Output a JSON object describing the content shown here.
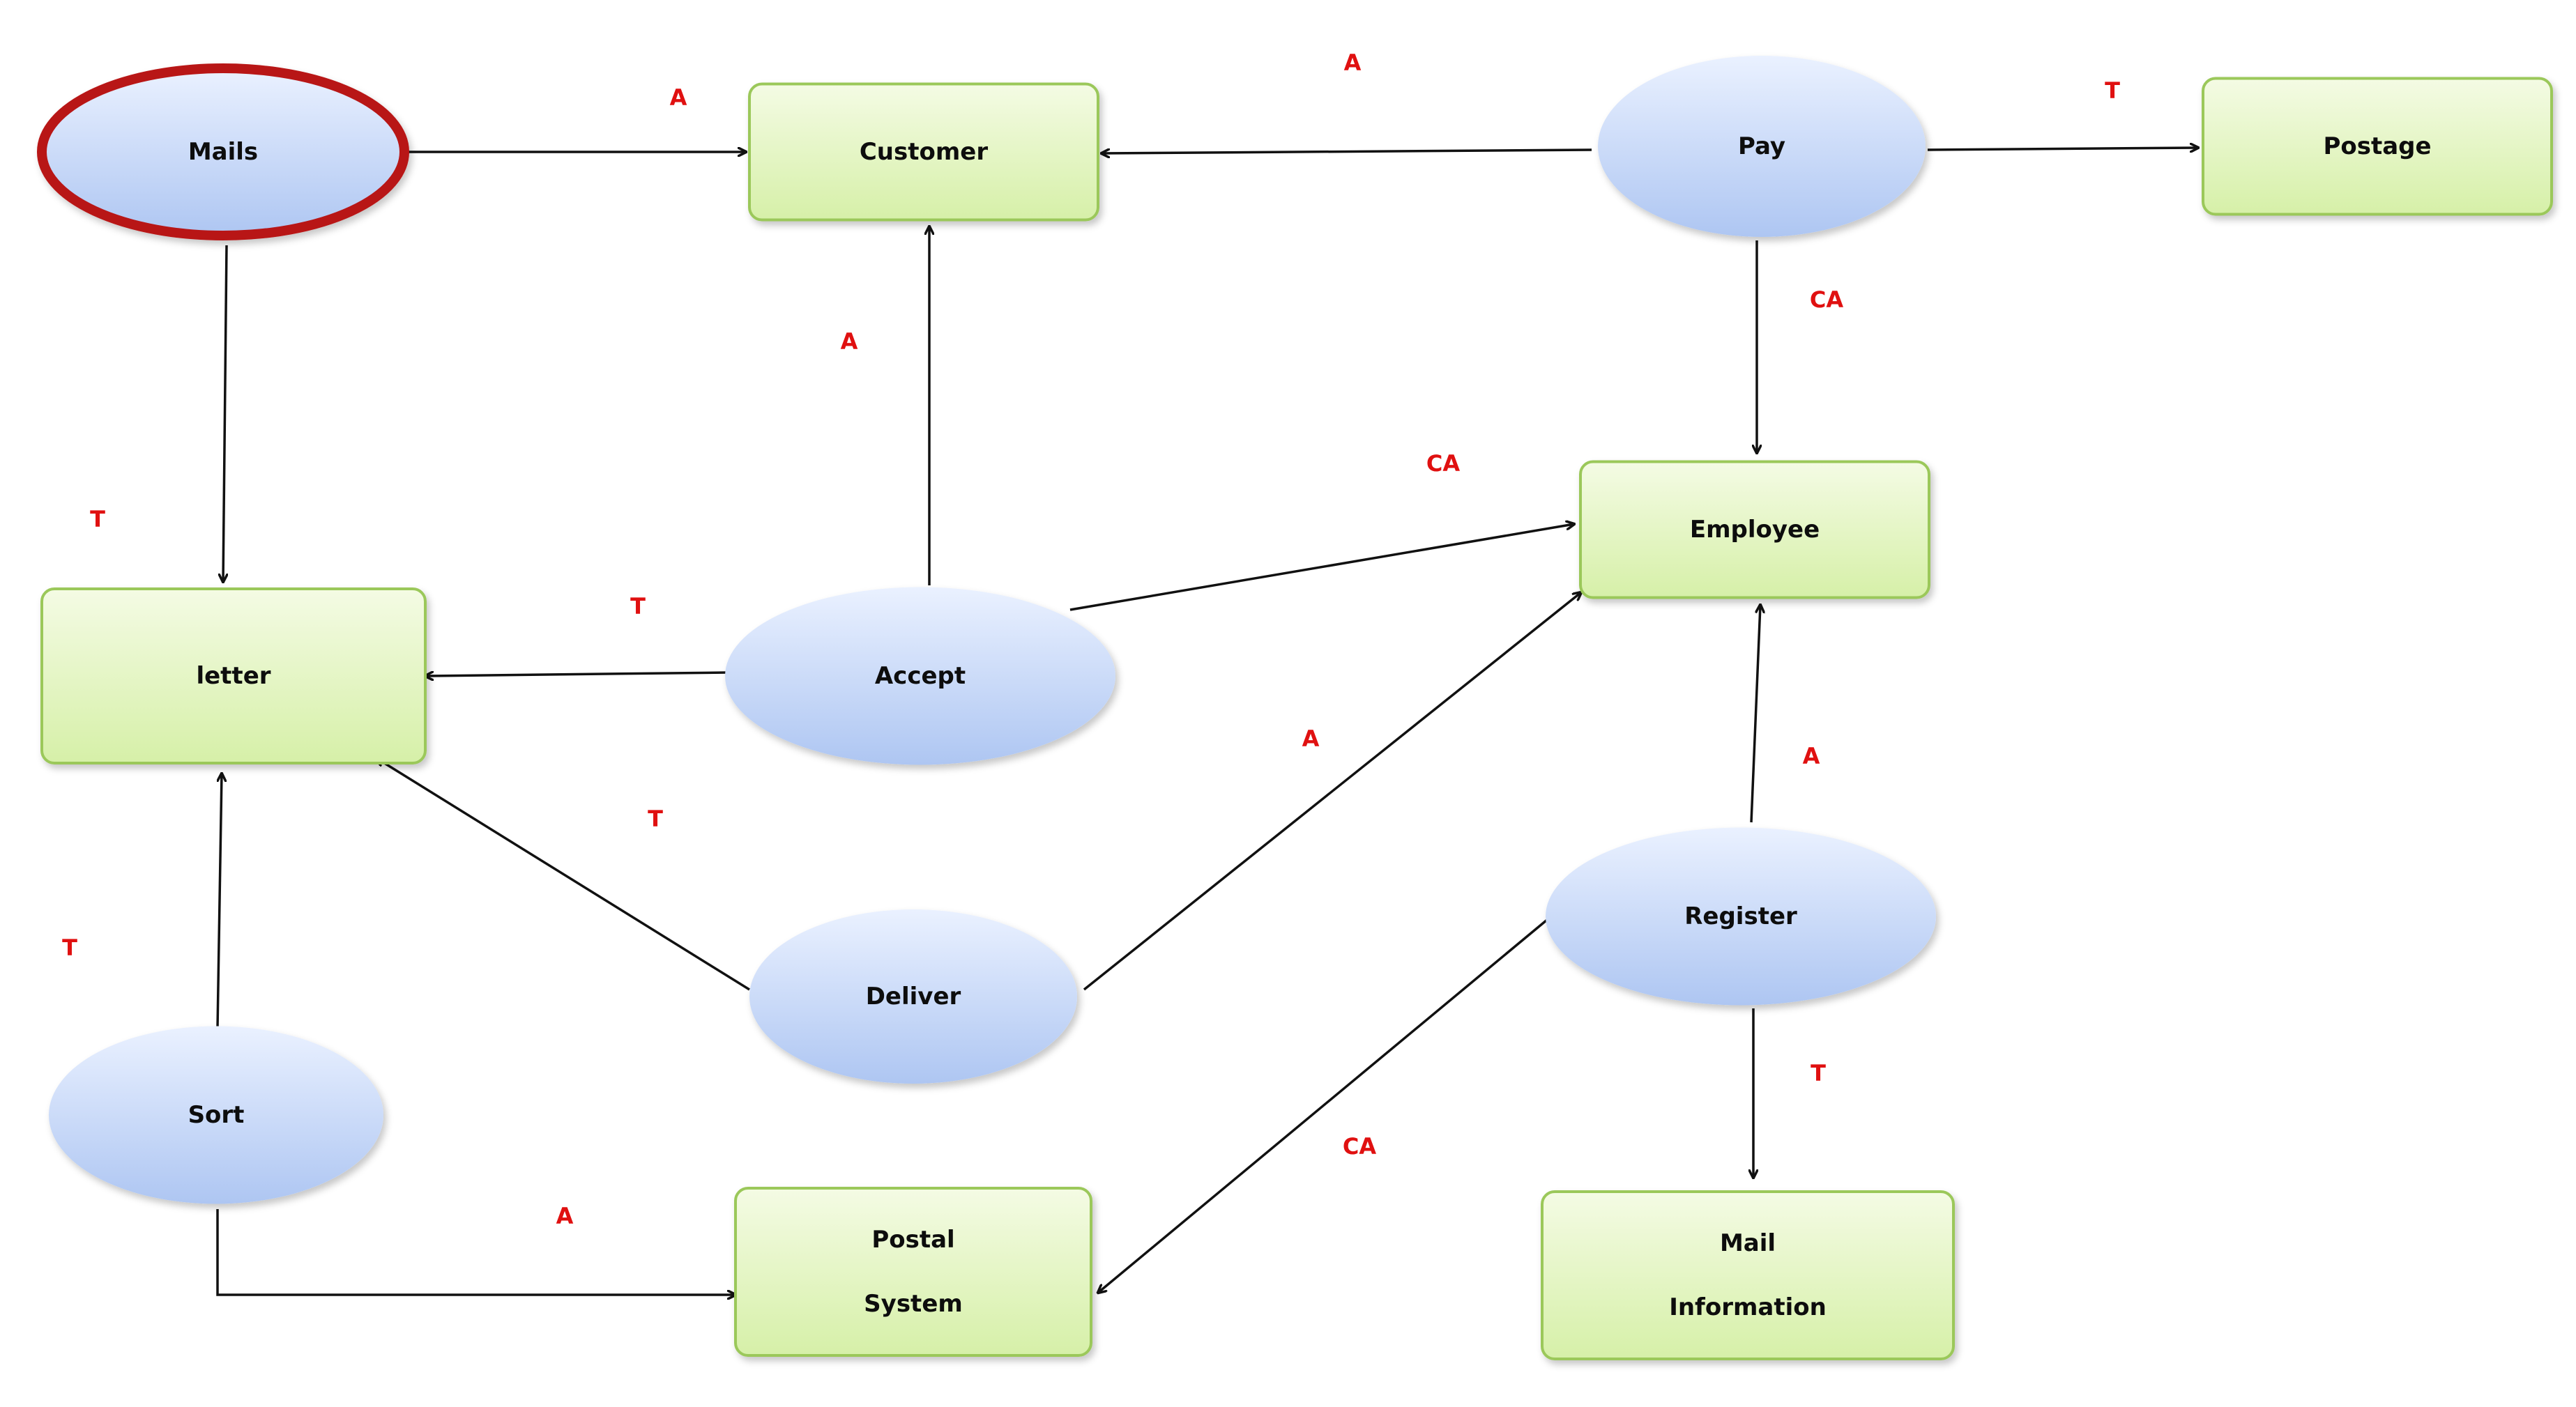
{
  "colors": {
    "entity_fill_top": "#f4fbe4",
    "entity_fill_bottom": "#d6f0a8",
    "entity_stroke": "#9bc85a",
    "process_fill_top": "#eaf1ff",
    "process_fill_bottom": "#aec6f2",
    "highlight_stroke": "#b81414",
    "label_color": "#e01010",
    "line_color": "#111111"
  },
  "nodes": [
    {
      "id": "mails",
      "kind": "process",
      "label": "Mails",
      "highlighted": true
    },
    {
      "id": "customer",
      "kind": "entity",
      "label": "Customer"
    },
    {
      "id": "pay",
      "kind": "process",
      "label": "Pay"
    },
    {
      "id": "postage",
      "kind": "entity",
      "label": "Postage"
    },
    {
      "id": "employee",
      "kind": "entity",
      "label": "Employee"
    },
    {
      "id": "letter",
      "kind": "entity",
      "label": "letter"
    },
    {
      "id": "accept",
      "kind": "process",
      "label": "Accept"
    },
    {
      "id": "deliver",
      "kind": "process",
      "label": "Deliver"
    },
    {
      "id": "register",
      "kind": "process",
      "label": "Register"
    },
    {
      "id": "sort",
      "kind": "process",
      "label": "Sort"
    },
    {
      "id": "postal_system",
      "kind": "entity",
      "label": "Postal\nSystem"
    },
    {
      "id": "mail_information",
      "kind": "entity",
      "label": "Mail\nInformation"
    }
  ],
  "edges": [
    {
      "from": "mails",
      "to": "customer",
      "label": "A"
    },
    {
      "from": "pay",
      "to": "customer",
      "label": "A"
    },
    {
      "from": "pay",
      "to": "postage",
      "label": "T"
    },
    {
      "from": "pay",
      "to": "employee",
      "label": "CA"
    },
    {
      "from": "mails",
      "to": "letter",
      "label": "T"
    },
    {
      "from": "accept",
      "to": "customer",
      "label": "A"
    },
    {
      "from": "accept",
      "to": "employee",
      "label": "CA"
    },
    {
      "from": "accept",
      "to": "letter",
      "label": "T"
    },
    {
      "from": "deliver",
      "to": "letter",
      "label": "T"
    },
    {
      "from": "deliver",
      "to": "employee",
      "label": "A"
    },
    {
      "from": "register",
      "to": "employee",
      "label": "A"
    },
    {
      "from": "register",
      "to": "postal_system",
      "label": "CA"
    },
    {
      "from": "register",
      "to": "mail_information",
      "label": "T"
    },
    {
      "from": "sort",
      "to": "letter",
      "label": "T"
    },
    {
      "from": "sort",
      "to": "postal_system",
      "label": "A"
    }
  ]
}
